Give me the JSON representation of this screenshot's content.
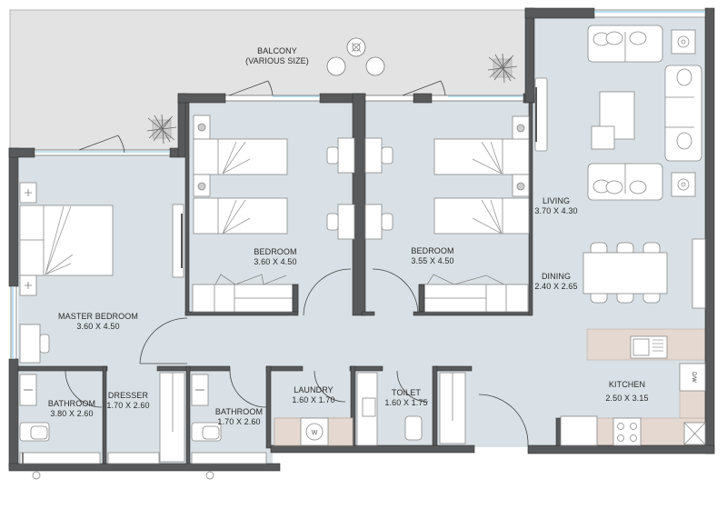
{
  "plan": {
    "colors": {
      "wall": "#58595b",
      "wall_edge": "#333333",
      "room_floor": "#d9e1e6",
      "balcony_floor": "#e3e3e3",
      "counter": "#e4d8d0",
      "window_glass": "#bfe3f2",
      "furniture": "#ffffff",
      "furniture_line": "#8a8a8a"
    },
    "rooms": [
      {
        "id": "balcony",
        "name": "BALCONY",
        "size": "(VARIOUS SIZE)"
      },
      {
        "id": "master-bedroom",
        "name": "MASTER BEDROOM",
        "size": "3.60 X 4.50"
      },
      {
        "id": "bedroom-1",
        "name": "BEDROOM",
        "size": "3.60 X 4.50"
      },
      {
        "id": "bedroom-2",
        "name": "BEDROOM",
        "size": "3.55 X 4.50"
      },
      {
        "id": "living",
        "name": "LIVING",
        "size": "3.70 X 4.30"
      },
      {
        "id": "dining",
        "name": "DINING",
        "size": "2.40 X 2.65"
      },
      {
        "id": "kitchen",
        "name": "KITCHEN",
        "size": "2.50 X 3.15"
      },
      {
        "id": "bathroom-1",
        "name": "BATHROOM",
        "size": "3.80 X 2.60"
      },
      {
        "id": "dresser",
        "name": "DRESSER",
        "size": "1.70 X 2.60"
      },
      {
        "id": "bathroom-2",
        "name": "BATHROOM",
        "size": "1.70 X 2.60"
      },
      {
        "id": "laundry",
        "name": "LAUNDRY",
        "size": "1.60 X 1.70"
      },
      {
        "id": "toilet",
        "name": "TOILET",
        "size": "1.60 X 1.75"
      }
    ],
    "fixtures": {
      "washer_label": "W",
      "dishwasher_label": "D/W"
    }
  }
}
